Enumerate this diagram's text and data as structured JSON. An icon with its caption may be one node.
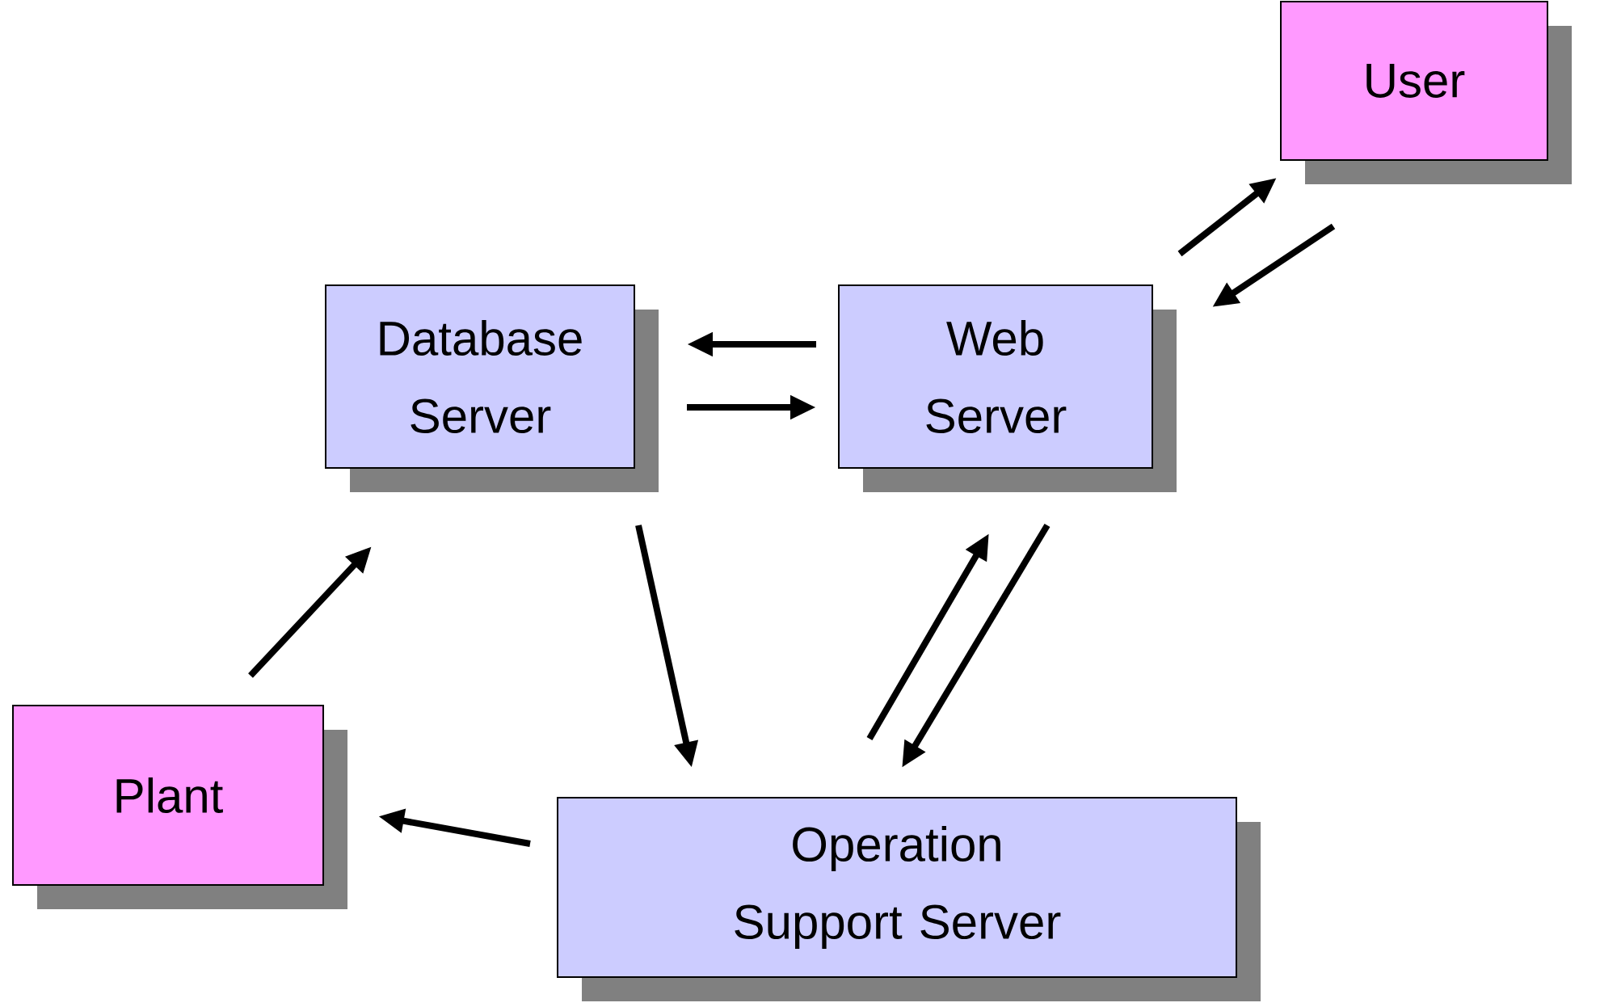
{
  "diagram": {
    "nodes": [
      {
        "text": [
          "User"
        ]
      },
      {
        "text": [
          "Database Server"
        ]
      },
      {
        "text": [
          "Web Server"
        ]
      },
      {
        "text": [
          "Plant"
        ]
      },
      {
        "text": [
          "Operation Support Server"
        ]
      }
    ],
    "edges": [
      {
        "from": 2,
        "to": 0,
        "arrow": "to"
      },
      {
        "from": 0,
        "to": 2,
        "arrow": "to"
      },
      {
        "from": 2,
        "to": 1,
        "arrow": "to"
      },
      {
        "from": 1,
        "to": 2,
        "arrow": "to"
      },
      {
        "from": 3,
        "to": 1,
        "arrow": "to"
      },
      {
        "from": 1,
        "to": 4,
        "arrow": "to"
      },
      {
        "from": 4,
        "to": 2,
        "arrow": "to"
      },
      {
        "from": 2,
        "to": 4,
        "arrow": "to"
      },
      {
        "from": 4,
        "to": 3,
        "arrow": "to"
      }
    ]
  }
}
